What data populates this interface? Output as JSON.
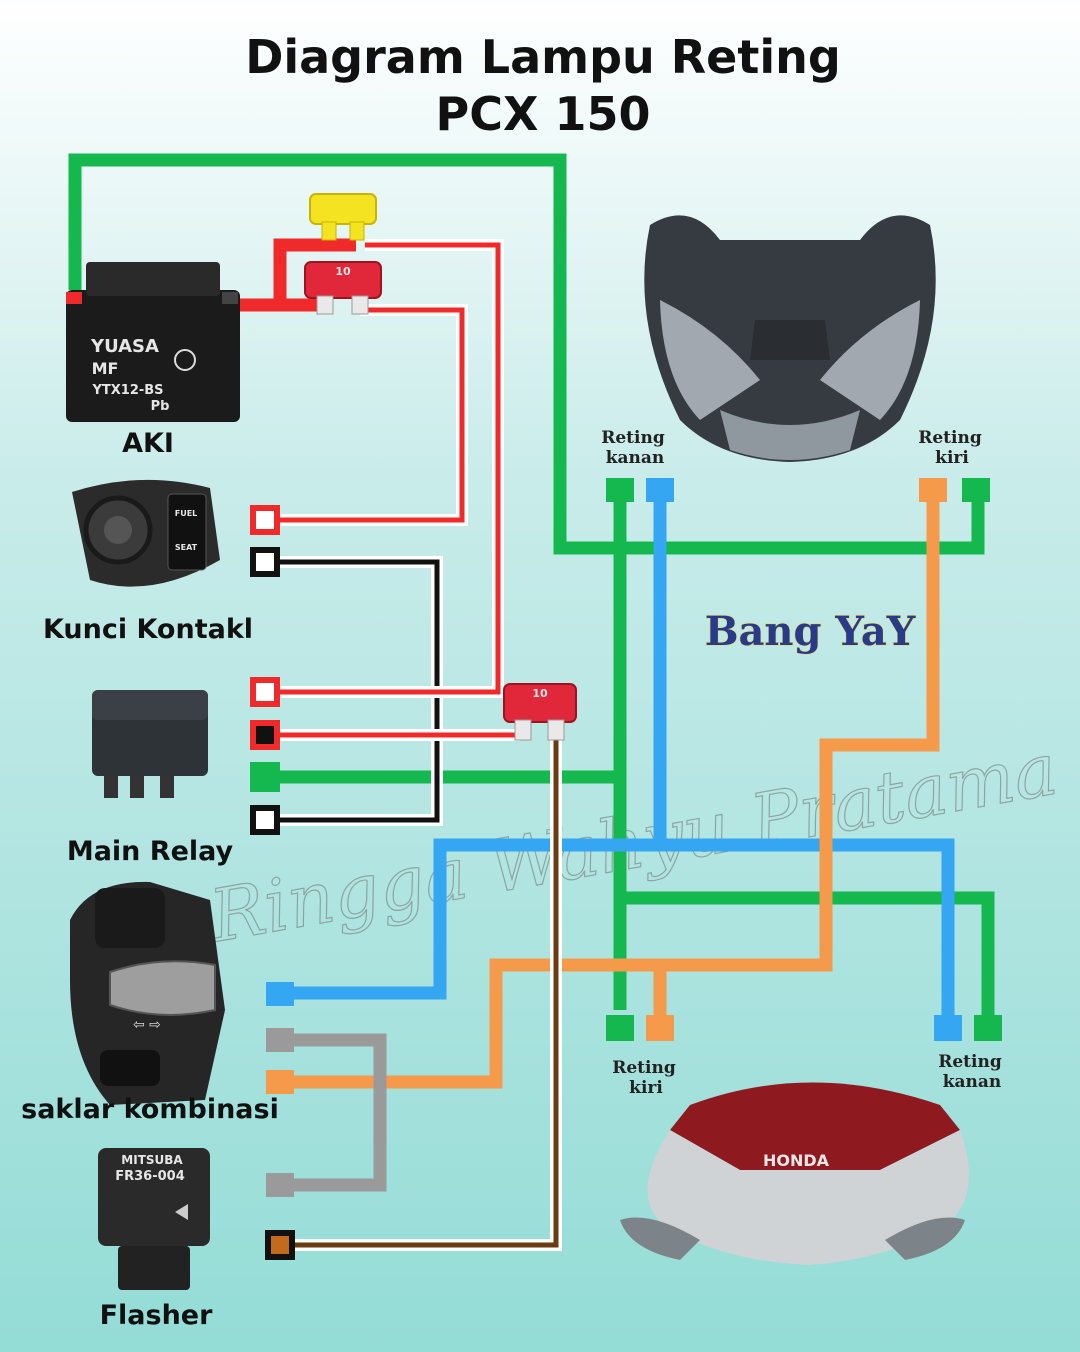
{
  "title": {
    "line1": "Diagram Lampu Reting",
    "line2": "PCX 150"
  },
  "components": {
    "aki": {
      "label": "AKI",
      "brand": "YUASA",
      "mark": "MF",
      "model": "YTX12-BS",
      "lead": "Pb"
    },
    "kunci_kontak": {
      "label": "Kunci Kontakl",
      "btn_top": "FUEL",
      "btn_bottom": "SEAT"
    },
    "main_relay": {
      "label": "Main Relay"
    },
    "saklar": {
      "label": "saklar kombinasi"
    },
    "flasher": {
      "label": "Flasher",
      "brand": "MITSUBA",
      "model": "FR36-004"
    }
  },
  "fuses": {
    "fuse_main_rating": "10",
    "fuse_sub_rating": "10"
  },
  "lamps": {
    "front_right": "Reting kanan",
    "front_left": "Reting kiri",
    "rear_left": "Reting kiri",
    "rear_right": "Reting kanan",
    "front_right_l1": "Reting",
    "front_right_l2": "kanan",
    "front_left_l1": "Reting",
    "front_left_l2": "kiri",
    "rear_left_l1": "Reting",
    "rear_left_l2": "kiri",
    "rear_right_l1": "Reting",
    "rear_right_l2": "kanan",
    "rear_brand": "HONDA"
  },
  "branding": {
    "author": "Bang YaY",
    "watermark": "Ringga Wahyu Pratama"
  },
  "wire_colors": {
    "green": "#14b84e",
    "blue": "#34a6f2",
    "orange": "#f5994a",
    "red": "#f02a2a",
    "black": "#111111",
    "brown": "#6b3b12",
    "gray": "#9a9a9a",
    "white": "#ffffff"
  }
}
